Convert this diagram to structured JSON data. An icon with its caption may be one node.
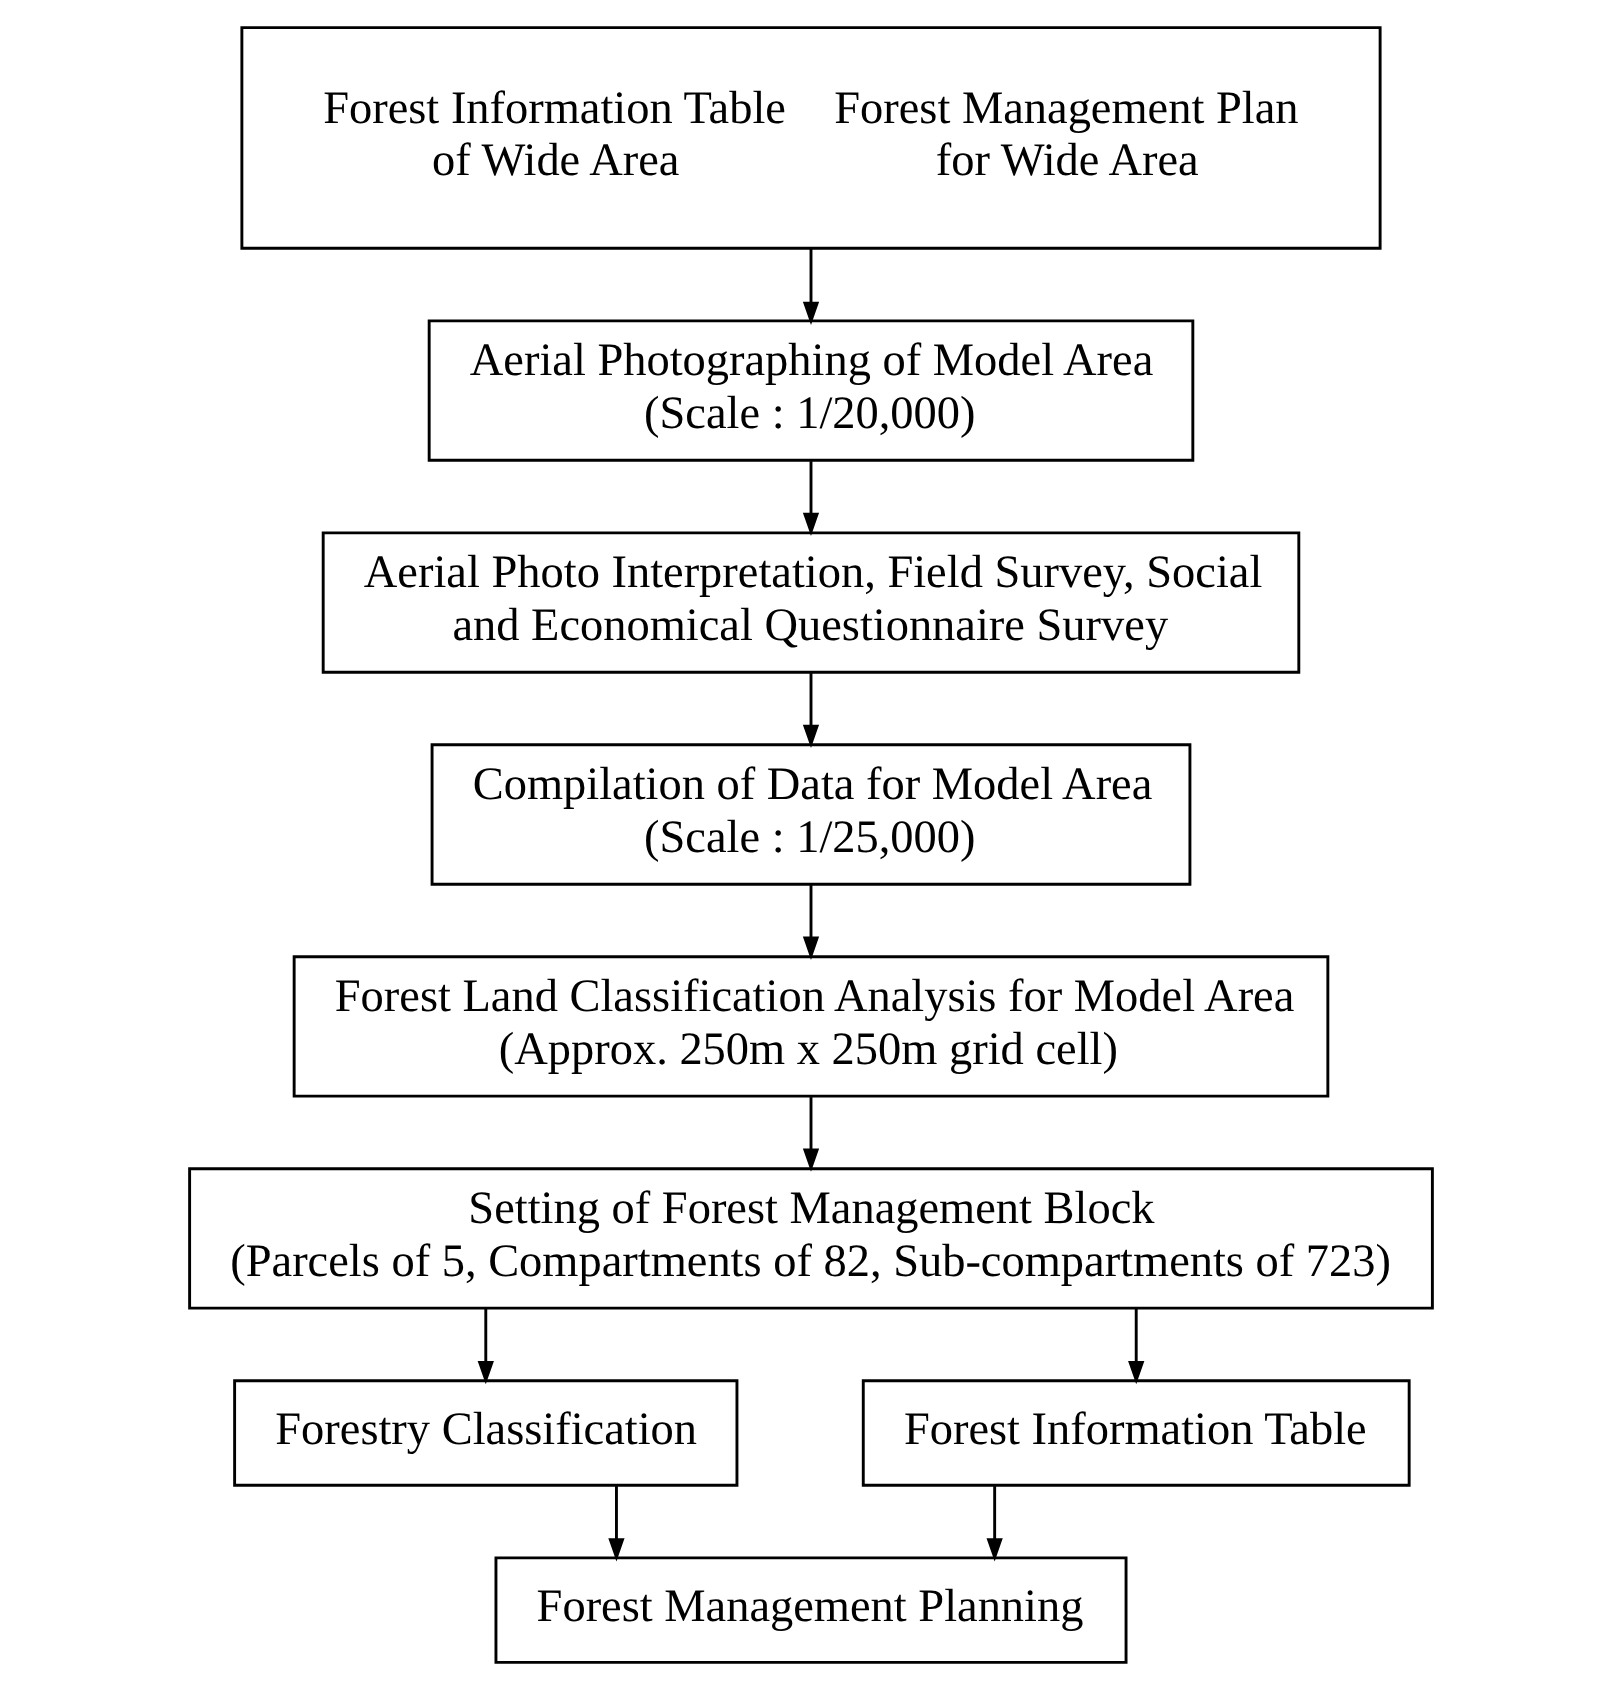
{
  "diagram": {
    "nodes": [
      {
        "text": [
          "Forest Information Table of Wide Area",
          "Forest Management Plan for Wide Area"
        ]
      },
      {
        "text": [
          "Aerial Photographing of Model Area",
          "(Scale : 1/20,000)"
        ]
      },
      {
        "text": [
          "Aerial Photo Interpretation, Field Survey, Social and Economical Questionnaire Survey"
        ]
      },
      {
        "text": [
          "Compilation of Data for Model Area",
          "(Scale : 1/25,000)"
        ]
      },
      {
        "text": [
          "Forest Land Classification Analysis for Model Area",
          "(Approx. 250m x 250m grid cell)"
        ]
      },
      {
        "text": [
          "Setting of Forest Management Block",
          "(Parcels of 5, Compartments of 82, Sub-compartments of 723)"
        ]
      },
      {
        "text": [
          "Forestry Classification"
        ]
      },
      {
        "text": [
          "Forest Information Table"
        ]
      },
      {
        "text": [
          "Forest Management Planning"
        ]
      }
    ],
    "edges": [
      {
        "from": 0,
        "to": 1,
        "arrow": "to"
      },
      {
        "from": 1,
        "to": 2,
        "arrow": "to"
      },
      {
        "from": 2,
        "to": 3,
        "arrow": "to"
      },
      {
        "from": 3,
        "to": 4,
        "arrow": "to"
      },
      {
        "from": 4,
        "to": 5,
        "arrow": "to"
      },
      {
        "from": 5,
        "to": 6,
        "arrow": "to"
      },
      {
        "from": 5,
        "to": 7,
        "arrow": "to"
      },
      {
        "from": 6,
        "to": 8,
        "arrow": "to"
      },
      {
        "from": 7,
        "to": 8,
        "arrow": "to"
      }
    ]
  }
}
